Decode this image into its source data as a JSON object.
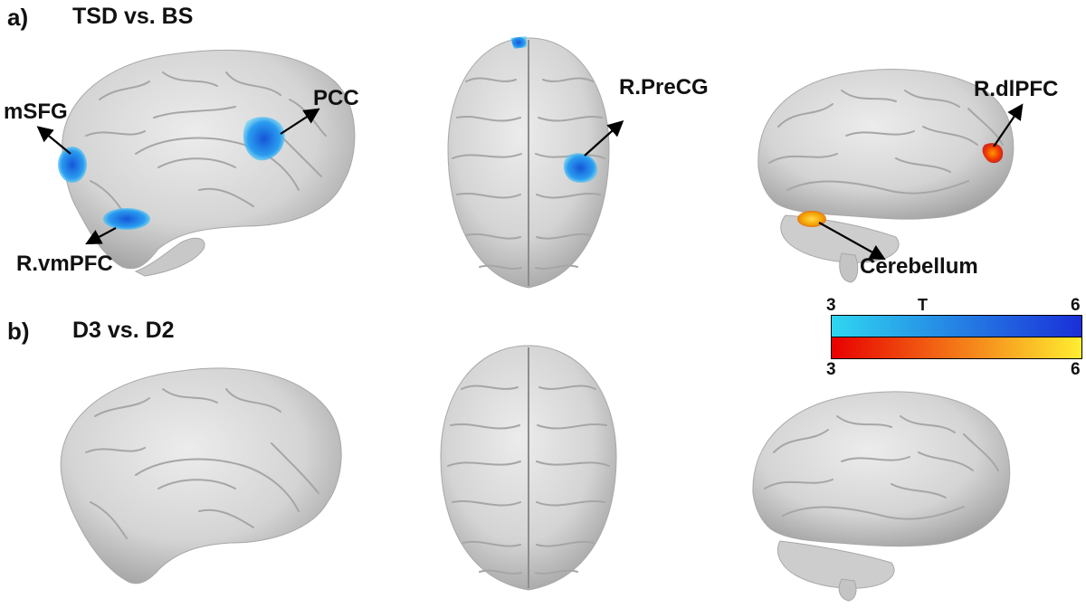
{
  "panel_a": {
    "letter": "a)",
    "title": "TSD vs. BS",
    "regions": {
      "msfg": "mSFG",
      "pcc": "PCC",
      "rvmpfc": "R.vmPFC",
      "rprecg": "R.PreCG",
      "rdlpfc": "R.dlPFC",
      "cerebellum": "Cerebellum"
    }
  },
  "panel_b": {
    "letter": "b)",
    "title": "D3 vs. D2"
  },
  "colorscale": {
    "title": "T Score",
    "negative": {
      "min": "3",
      "max": "6",
      "colors": [
        "#2fd6f0",
        "#1a2fd8"
      ]
    },
    "positive": {
      "min": "3",
      "max": "6",
      "colors": [
        "#e80000",
        "#ffee30"
      ]
    }
  },
  "colors": {
    "brain": "#d2d2d2",
    "activation_blue": "#1e7fe0",
    "activation_red": "#e82a00"
  }
}
